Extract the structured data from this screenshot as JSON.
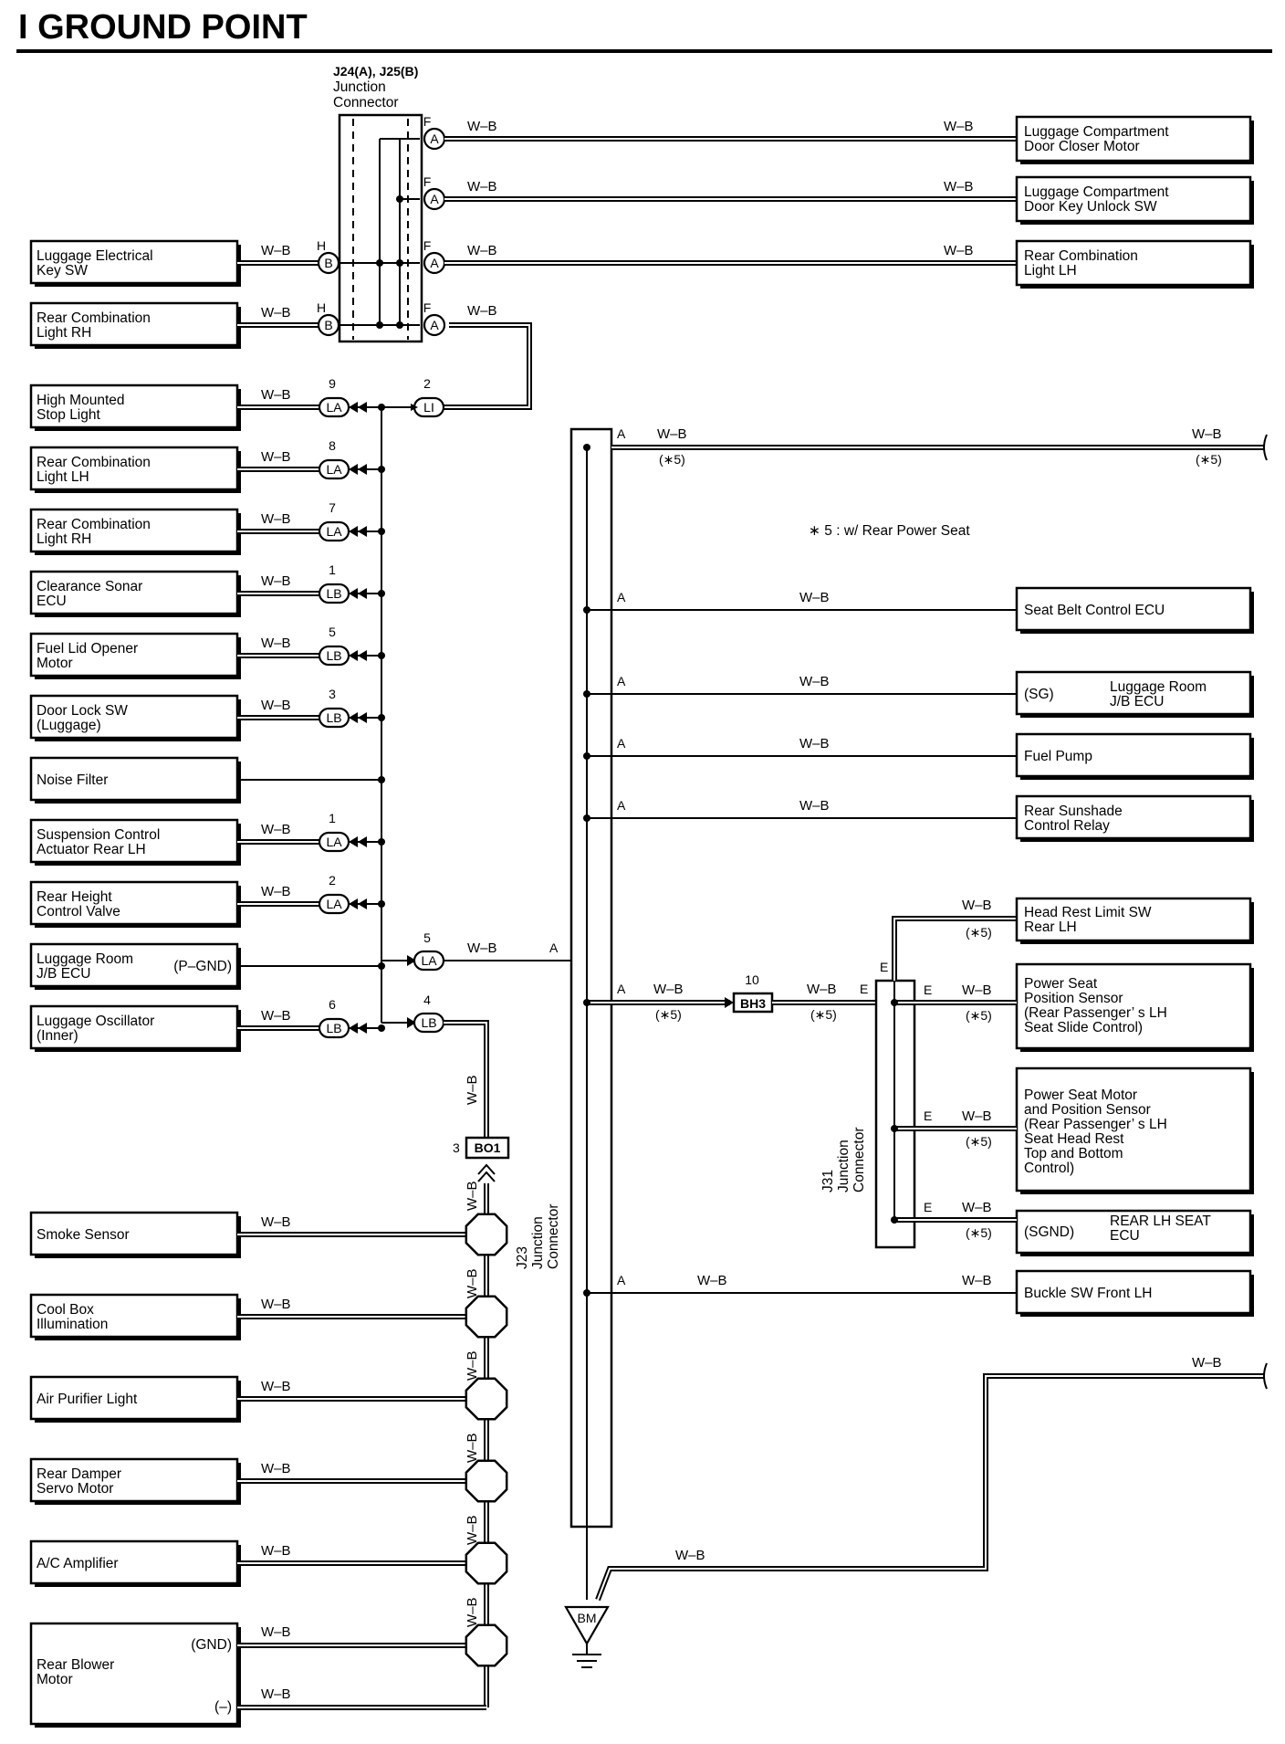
{
  "page": {
    "title": "I  GROUND POINT",
    "note": "∗ 5 : w/ Rear Power Seat"
  },
  "wire_label": "W–B",
  "option_mark": "(∗5)",
  "junctions": {
    "j24_25": {
      "line1": "J24(A), J25(B)",
      "line2": "Junction",
      "line3": "Connector"
    },
    "j23": {
      "line1": "J23",
      "line2": "Junction",
      "line3": "Connector"
    },
    "j31": {
      "line1": "J31",
      "line2": "Junction",
      "line3": "Connector"
    }
  },
  "connectors": {
    "bh3": {
      "pin": "10",
      "code": "BH3"
    },
    "bo1": {
      "pin": "3",
      "code": "BO1"
    },
    "li": {
      "pin": "2",
      "code": "LI"
    },
    "la_5": {
      "pin": "5",
      "code": "LA"
    },
    "lb_4": {
      "pin": "4",
      "code": "LB"
    }
  },
  "ground": {
    "code": "BM"
  },
  "j24_top_right": [
    {
      "pin": "F",
      "code": "A",
      "l1": "Luggage Compartment",
      "l2": "Door Closer Motor"
    },
    {
      "pin": "F",
      "code": "A",
      "l1": "Luggage Compartment",
      "l2": "Door Key Unlock SW"
    },
    {
      "pin": "F",
      "code": "A",
      "l1": "Rear Combination",
      "l2": "Light LH"
    },
    {
      "pin": "F",
      "code": "A"
    }
  ],
  "j24_left": [
    {
      "pin": "H",
      "code": "B",
      "l1": "Luggage Electrical",
      "l2": "Key SW"
    },
    {
      "pin": "H",
      "code": "B",
      "l1": "Rear Combination",
      "l2": "Light RH"
    }
  ],
  "left_components": [
    {
      "pin": "9",
      "code": "LA",
      "l1": "High Mounted",
      "l2": "Stop Light"
    },
    {
      "pin": "8",
      "code": "LA",
      "l1": "Rear Combination",
      "l2": "Light LH"
    },
    {
      "pin": "7",
      "code": "LA",
      "l1": "Rear Combination",
      "l2": "Light RH"
    },
    {
      "pin": "1",
      "code": "LB",
      "l1": "Clearance Sonar",
      "l2": "ECU"
    },
    {
      "pin": "5",
      "code": "LB",
      "l1": "Fuel Lid Opener",
      "l2": "Motor"
    },
    {
      "pin": "3",
      "code": "LB",
      "l1": "Door Lock SW",
      "l2": "(Luggage)"
    },
    {
      "l1": "Noise Filter"
    },
    {
      "pin": "1",
      "code": "LA",
      "l1": "Suspension Control",
      "l2": "Actuator Rear LH"
    },
    {
      "pin": "2",
      "code": "LA",
      "l1": "Rear Height",
      "l2": "Control Valve"
    },
    {
      "l1": "Luggage Room",
      "l2": "J/B ECU",
      "tag": "(P–GND)"
    },
    {
      "pin": "6",
      "code": "LB",
      "l1": "Luggage Oscillator",
      "l2": "(Inner)"
    }
  ],
  "j23_components": [
    {
      "l1": "Smoke Sensor"
    },
    {
      "l1": "Cool Box",
      "l2": "Illumination"
    },
    {
      "l1": "Air Purifier Light"
    },
    {
      "l1": "Rear Damper",
      "l2": "Servo Motor"
    },
    {
      "l1": "A/C Amplifier"
    },
    {
      "l1": "Rear Blower",
      "l2": "Motor",
      "tag1": "(GND)",
      "tag2": "(–)"
    }
  ],
  "right_components": {
    "j23_pin": "A",
    "seat_belt": {
      "l1": "Seat Belt Control ECU"
    },
    "luggage_room_jb": {
      "tag": "(SG)",
      "l1": "Luggage Room",
      "l2": "J/B ECU"
    },
    "fuel_pump": {
      "l1": "Fuel Pump"
    },
    "rear_sunshade": {
      "l1": "Rear Sunshade",
      "l2": "Control Relay"
    },
    "buckle_sw": {
      "l1": "Buckle SW Front LH"
    }
  },
  "j31_components": {
    "pin": "E",
    "head_rest_limit": {
      "l1": "Head Rest Limit SW",
      "l2": "Rear LH"
    },
    "power_seat_sensor": {
      "l1": "Power Seat",
      "l2": "Position Sensor",
      "l3": "(Rear Passenger’ s LH",
      "l4": "Seat Slide Control)"
    },
    "power_seat_motor": {
      "l1": "Power Seat Motor",
      "l2": "and Position Sensor",
      "l3": "(Rear Passenger’ s LH",
      "l4": "Seat Head Rest",
      "l5": "Top and Bottom",
      "l6": "Control)"
    },
    "rear_lh_seat_ecu": {
      "tag": "(SGND)",
      "l1": "REAR LH SEAT",
      "l2": "ECU"
    }
  }
}
